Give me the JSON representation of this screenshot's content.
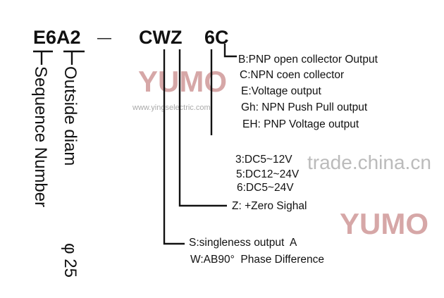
{
  "model_code": {
    "series": "E6A2",
    "separator": "—",
    "output_code": "CWZ",
    "voltage_output": "6C"
  },
  "side_labels": {
    "sequence": "Sequence Number",
    "diameter": "Outside diam",
    "diameter_value": "φ 25"
  },
  "output_types": [
    "B:PNP open collector Output",
    "C:NPN coen collector",
    "E:Voltage output",
    "Gh: NPN Push Pull output",
    "EH: PNP Voltage output"
  ],
  "voltages": [
    "3:DC5~12V",
    "5:DC12~24V",
    "6:DC5~24V"
  ],
  "zero_signal": "Z: +Zero Sighal",
  "phase_options": [
    "S:singleness output  A",
    "W:AB90°  Phase Difference"
  ],
  "watermarks": {
    "brand": "YUMO",
    "site": "www.yingselectric.com",
    "trade": "trade.china.cn"
  },
  "colors": {
    "text": "#111111",
    "watermark": "#c98a8a"
  }
}
